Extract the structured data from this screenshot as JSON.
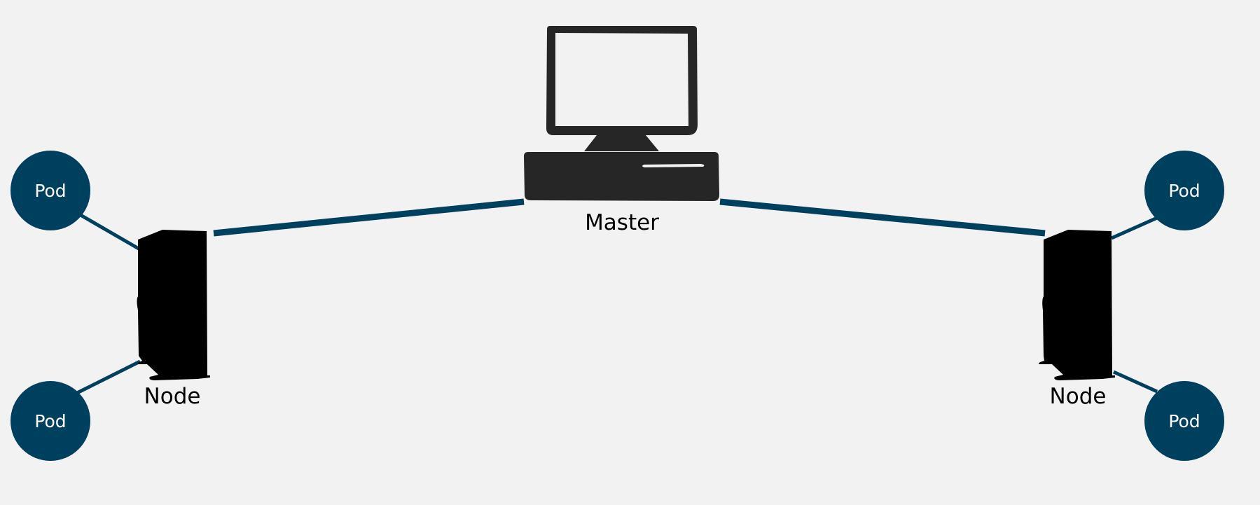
{
  "diagram": {
    "master": {
      "label": "Master",
      "icon": "desktop-computer-icon"
    },
    "nodes": [
      {
        "label": "Node",
        "icon": "server-tower-icon"
      },
      {
        "label": "Node",
        "icon": "server-tower-icon"
      }
    ],
    "pods": [
      {
        "label": "Pod"
      },
      {
        "label": "Pod"
      },
      {
        "label": "Pod"
      },
      {
        "label": "Pod"
      }
    ]
  },
  "colors": {
    "background": "#f2f2f2",
    "pod_fill": "#00405f",
    "connector": "#00405f",
    "icon": "#262626",
    "server": "#000000"
  }
}
